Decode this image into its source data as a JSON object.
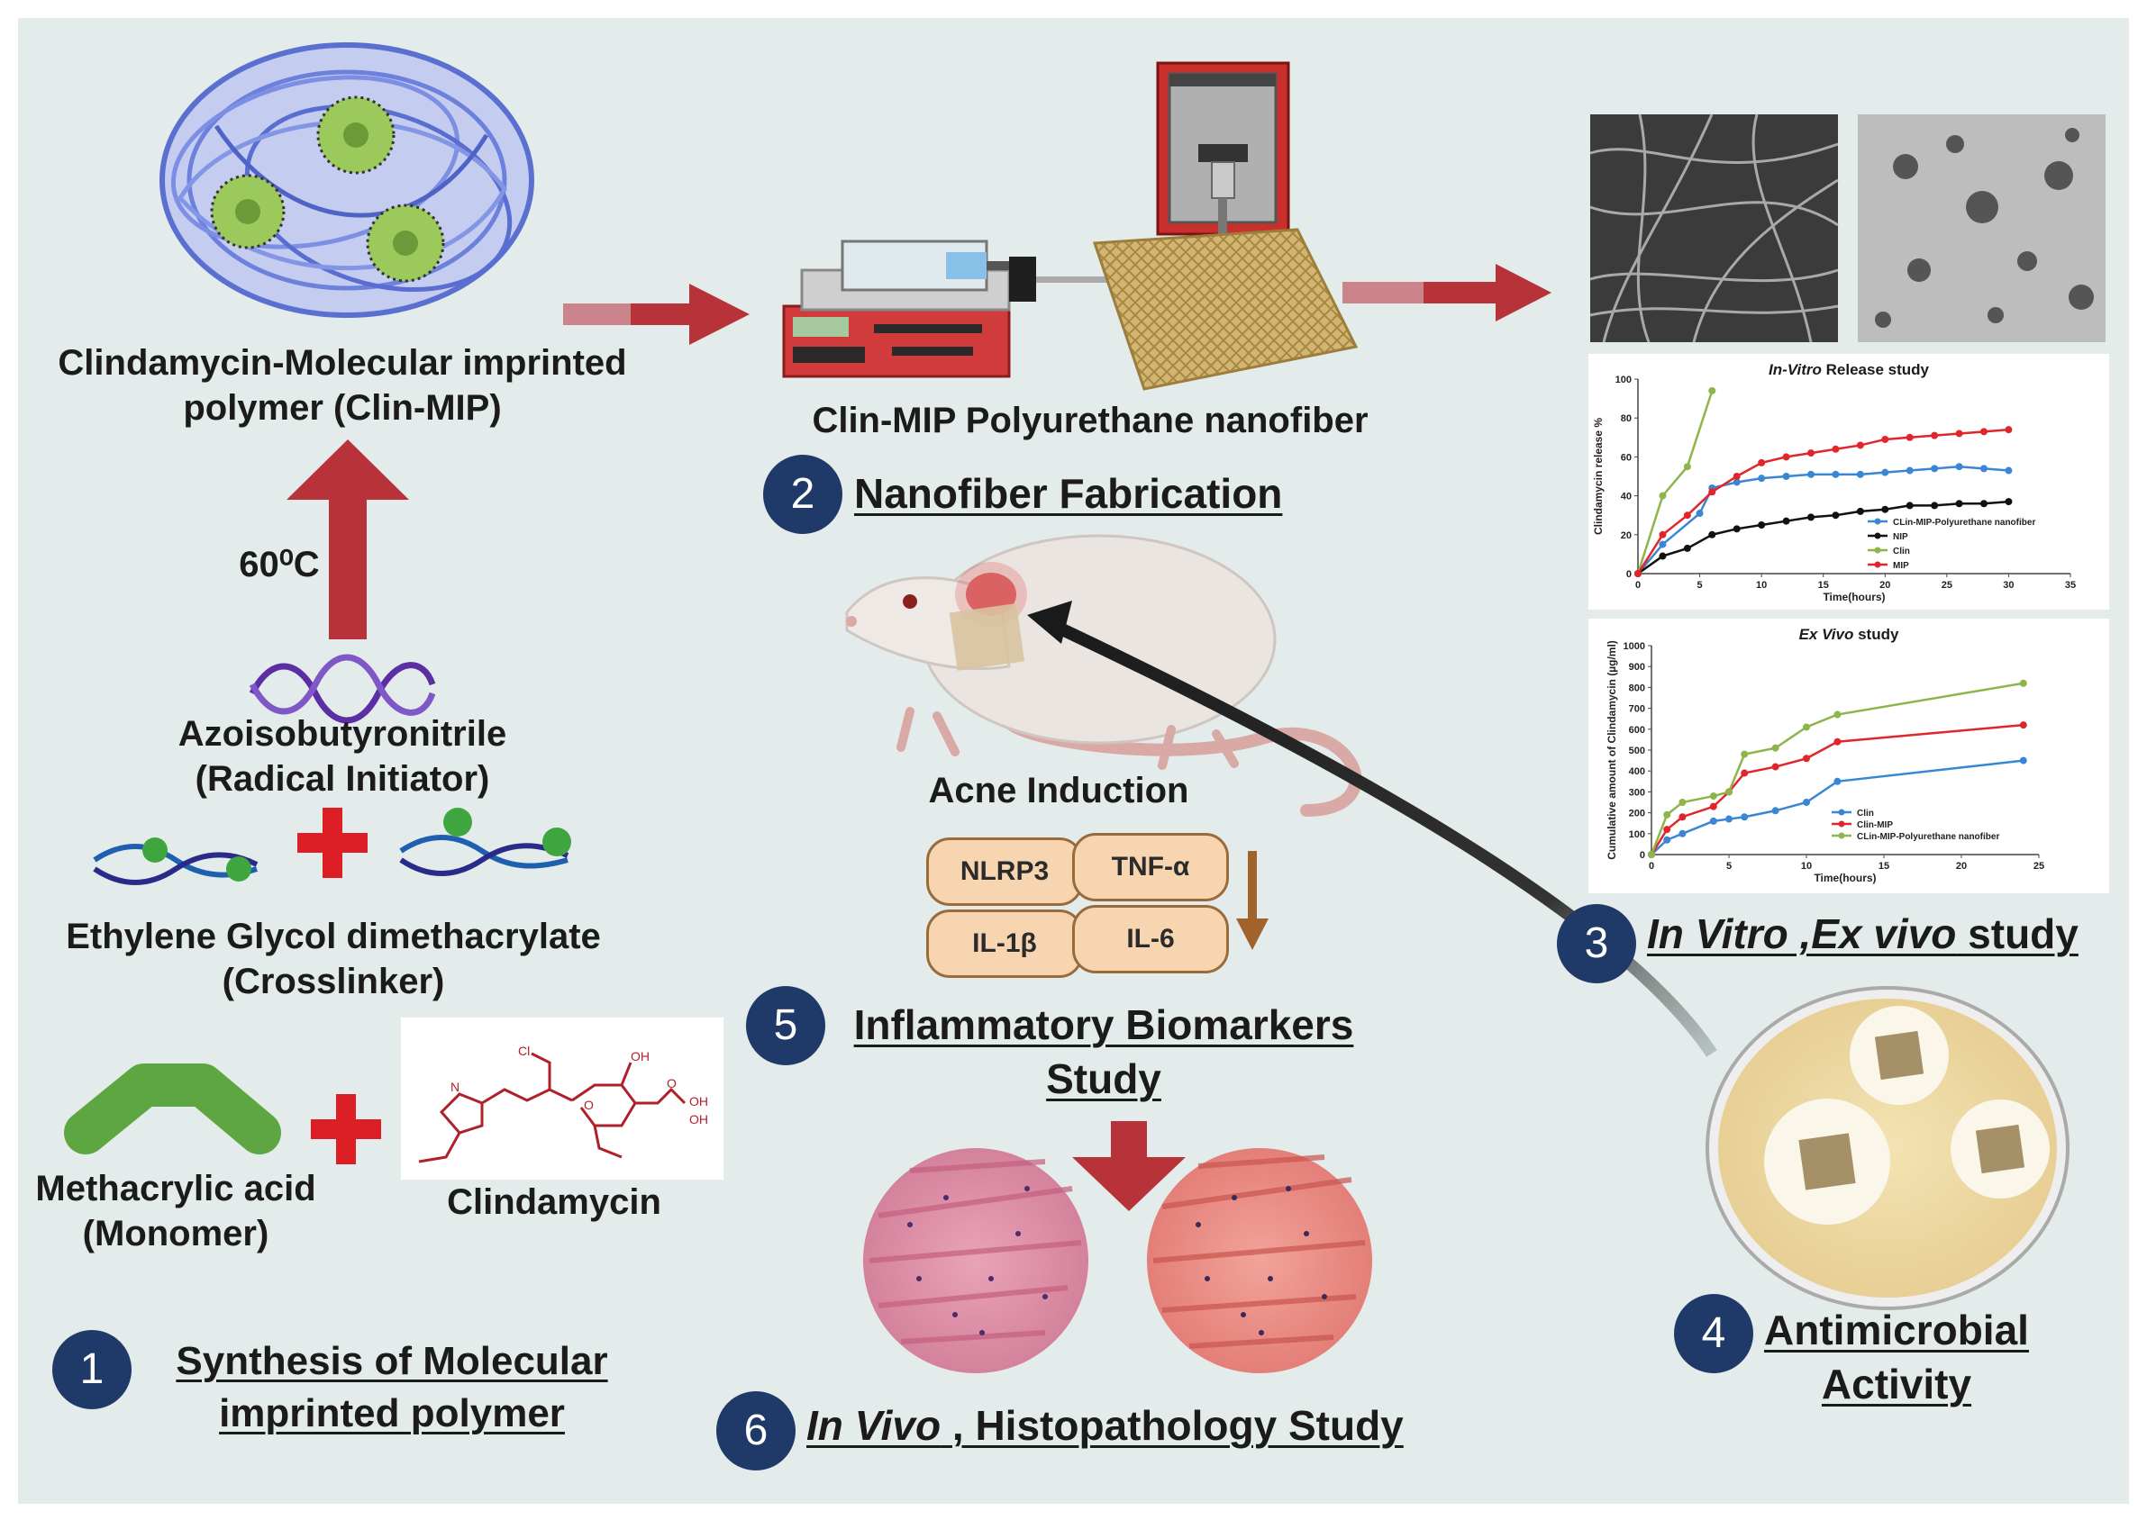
{
  "colors": {
    "panel": "#e3ecea",
    "arrow_red": "#b8323a",
    "badge": "#1f3a68",
    "cross_red": "#dc1f24",
    "biomarker_fill": "#f6d5b0",
    "biomarker_border": "#9a6b3a"
  },
  "step1": {
    "number": "1",
    "title_line1": "Synthesis of Molecular",
    "title_line2": "imprinted polymer",
    "mip_label_line1": "Clindamycin-Molecular imprinted",
    "mip_label_line2": "polymer (Clin-MIP)",
    "temperature": "60⁰C",
    "initiator_line1": "Azoisobutyronitrile",
    "initiator_line2": "(Radical Initiator)",
    "crosslinker_line1": "Ethylene Glycol dimethacrylate",
    "crosslinker_line2": "(Crosslinker)",
    "monomer_line1": "Methacrylic acid",
    "monomer_line2": "(Monomer)",
    "drug_label": "Clindamycin",
    "structure_atoms": [
      "Cl",
      "OH",
      "OH",
      "N",
      "O",
      "O",
      "OH"
    ]
  },
  "step2": {
    "number": "2",
    "title": "Nanofiber Fabrication",
    "caption": "Clin-MIP Polyurethane nanofiber"
  },
  "step3": {
    "number": "3",
    "title_italic": "In Vitro ,Ex vivo",
    "title_rest": " study"
  },
  "step4": {
    "number": "4",
    "title_line1": "Antimicrobial",
    "title_line2": "Activity"
  },
  "step5": {
    "number": "5",
    "title_line1": "Inflammatory Biomarkers",
    "title_line2": "Study",
    "induction": "Acne Induction",
    "biomarkers": [
      "NLRP3",
      "TNF-α",
      "IL-1β",
      "IL-6"
    ]
  },
  "step6": {
    "number": "6",
    "title_italic": "In Vivo",
    "title_rest": " , Histopathology Study"
  },
  "chart_data": [
    {
      "type": "line",
      "title_italic": "In-Vitro",
      "title_rest": " Release study",
      "xlabel": "Time(hours)",
      "ylabel": "Clindamycin release %",
      "xlim": [
        0,
        35
      ],
      "ylim": [
        0,
        100
      ],
      "xticks": [
        0,
        5,
        10,
        15,
        20,
        25,
        30,
        35
      ],
      "yticks": [
        0,
        20,
        40,
        60,
        80,
        100
      ],
      "legend_position": "bottom-right",
      "series": [
        {
          "name": "CLin-MIP-Polyurethane nanofiber",
          "color": "#3a86d4",
          "x": [
            0,
            2,
            5,
            6,
            8,
            10,
            12,
            14,
            16,
            18,
            20,
            22,
            24,
            26,
            28,
            30
          ],
          "y": [
            0,
            15,
            31,
            44,
            47,
            49,
            50,
            51,
            51,
            51,
            52,
            53,
            54,
            55,
            54,
            53
          ]
        },
        {
          "name": "NIP",
          "color": "#111111",
          "x": [
            0,
            2,
            4,
            6,
            8,
            10,
            12,
            14,
            16,
            18,
            20,
            22,
            24,
            26,
            28,
            30
          ],
          "y": [
            0,
            9,
            13,
            20,
            23,
            25,
            27,
            29,
            30,
            32,
            33,
            35,
            35,
            36,
            36,
            37
          ]
        },
        {
          "name": "Clin",
          "color": "#8db54a",
          "x": [
            0,
            2,
            4,
            6
          ],
          "y": [
            0,
            40,
            55,
            94
          ]
        },
        {
          "name": "MIP",
          "color": "#e0262a",
          "x": [
            0,
            2,
            4,
            6,
            8,
            10,
            12,
            14,
            16,
            18,
            20,
            22,
            24,
            26,
            28,
            30
          ],
          "y": [
            0,
            20,
            30,
            42,
            50,
            57,
            60,
            62,
            64,
            66,
            69,
            70,
            71,
            72,
            73,
            74
          ]
        }
      ]
    },
    {
      "type": "line",
      "title_italic": "Ex Vivo",
      "title_rest": " study",
      "xlabel": "Time(hours)",
      "ylabel": "Cumulative amount of Clindamycin (µg/ml)",
      "xlim": [
        0,
        25
      ],
      "ylim": [
        0,
        1000
      ],
      "xticks": [
        0,
        5,
        10,
        15,
        20,
        25
      ],
      "yticks": [
        0,
        100,
        200,
        300,
        400,
        500,
        600,
        700,
        800,
        900,
        1000
      ],
      "legend_position": "bottom-center",
      "series": [
        {
          "name": "Clin",
          "color": "#3a86d4",
          "x": [
            0,
            1,
            2,
            4,
            5,
            6,
            8,
            10,
            12,
            24
          ],
          "y": [
            0,
            70,
            100,
            160,
            170,
            180,
            210,
            250,
            350,
            450
          ]
        },
        {
          "name": "Clin-MIP",
          "color": "#e0262a",
          "x": [
            0,
            1,
            2,
            4,
            5,
            6,
            8,
            10,
            12,
            24
          ],
          "y": [
            0,
            120,
            180,
            230,
            300,
            390,
            420,
            460,
            540,
            620
          ]
        },
        {
          "name": "CLin-MIP-Polyurethane nanofiber",
          "color": "#8db54a",
          "x": [
            0,
            1,
            2,
            4,
            5,
            6,
            8,
            10,
            12,
            24
          ],
          "y": [
            0,
            190,
            250,
            280,
            300,
            480,
            510,
            610,
            670,
            820
          ]
        }
      ]
    }
  ]
}
